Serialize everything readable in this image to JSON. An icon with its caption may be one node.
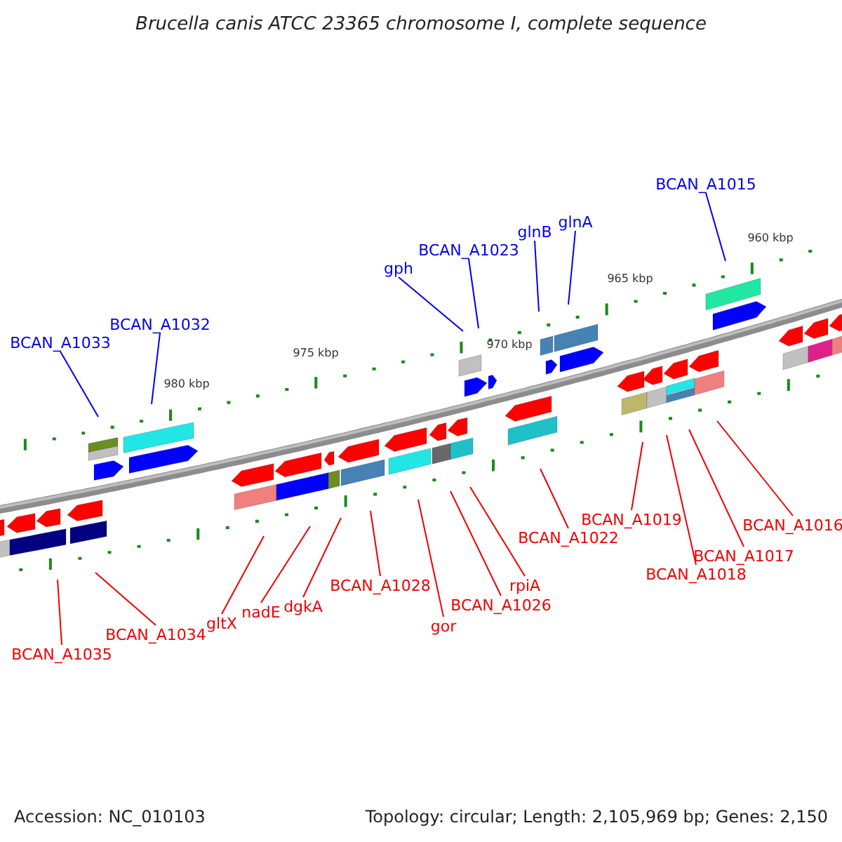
{
  "diagram": {
    "title": "Brucella canis ATCC 23365 chromosome I, complete sequence",
    "nodes": [
      {
        "text": [
          "BCAN_A1015"
        ]
      },
      {
        "text": [
          "glnA"
        ]
      },
      {
        "text": [
          "glnB"
        ]
      },
      {
        "text": [
          "BCAN_A1023"
        ]
      },
      {
        "text": [
          "gph"
        ]
      },
      {
        "text": [
          "BCAN_A1032"
        ]
      },
      {
        "text": [
          "BCAN_A1033"
        ]
      },
      {
        "text": [
          "BCAN_A1035"
        ]
      },
      {
        "text": [
          "BCAN_A1034"
        ]
      },
      {
        "text": [
          "gltX"
        ]
      },
      {
        "text": [
          "nadE"
        ]
      },
      {
        "text": [
          "dgkA"
        ]
      },
      {
        "text": [
          "BCAN_A1028"
        ]
      },
      {
        "text": [
          "gor"
        ]
      },
      {
        "text": [
          "BCAN_A1026"
        ]
      },
      {
        "text": [
          "rpiA"
        ]
      },
      {
        "text": [
          "BCAN_A1022"
        ]
      },
      {
        "text": [
          "BCAN_A1019"
        ]
      },
      {
        "text": [
          "BCAN_A1018"
        ]
      },
      {
        "text": [
          "BCAN_A1017"
        ]
      },
      {
        "text": [
          "BCAN_A1016"
        ]
      }
    ],
    "edges": [
      {
        "from": 0,
        "to": null,
        "arrow": "none",
        "color": "#0000ee"
      },
      {
        "from": 1,
        "to": null,
        "arrow": "none",
        "color": "#0000ee"
      },
      {
        "from": 2,
        "to": null,
        "arrow": "none",
        "color": "#0000ee"
      },
      {
        "from": 3,
        "to": null,
        "arrow": "none",
        "color": "#0000ee"
      },
      {
        "from": 4,
        "to": null,
        "arrow": "none",
        "color": "#0000ee"
      },
      {
        "from": 5,
        "to": null,
        "arrow": "none",
        "color": "#0000ee"
      },
      {
        "from": 6,
        "to": null,
        "arrow": "none",
        "color": "#0000ee"
      },
      {
        "from": 7,
        "to": null,
        "arrow": "none"
      },
      {
        "from": 8,
        "to": null,
        "arrow": "none"
      },
      {
        "from": 9,
        "to": null,
        "arrow": "none"
      },
      {
        "from": 10,
        "to": null,
        "arrow": "none"
      },
      {
        "from": 11,
        "to": null,
        "arrow": "none"
      },
      {
        "from": 12,
        "to": null,
        "arrow": "none"
      },
      {
        "from": 13,
        "to": null,
        "arrow": "none"
      },
      {
        "from": 14,
        "to": null,
        "arrow": "none"
      },
      {
        "from": 15,
        "to": null,
        "arrow": "none"
      },
      {
        "from": 16,
        "to": null,
        "arrow": "none"
      },
      {
        "from": 17,
        "to": null,
        "arrow": "none"
      },
      {
        "from": 18,
        "to": null,
        "arrow": "none"
      },
      {
        "from": 19,
        "to": null,
        "arrow": "none"
      },
      {
        "from": 20,
        "to": null,
        "arrow": "none"
      }
    ],
    "labels": [
      "960 kbp",
      "965 kbp",
      "970 kbp",
      "975 kbp",
      "980 kbp",
      "Accession: NC_010103",
      "Topology: circular; Length: 2,105,969 bp; Genes: 2,150"
    ]
  }
}
